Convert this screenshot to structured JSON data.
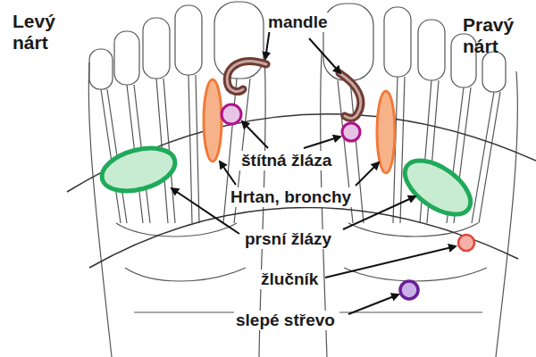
{
  "diagram": {
    "labels": [
      "Levý nárt",
      "Pravý nárt",
      "mandle",
      "štítná žláza",
      "Hrtan, bronchy",
      "prsní žlázy",
      "žlučník",
      "slepé střevo"
    ]
  }
}
